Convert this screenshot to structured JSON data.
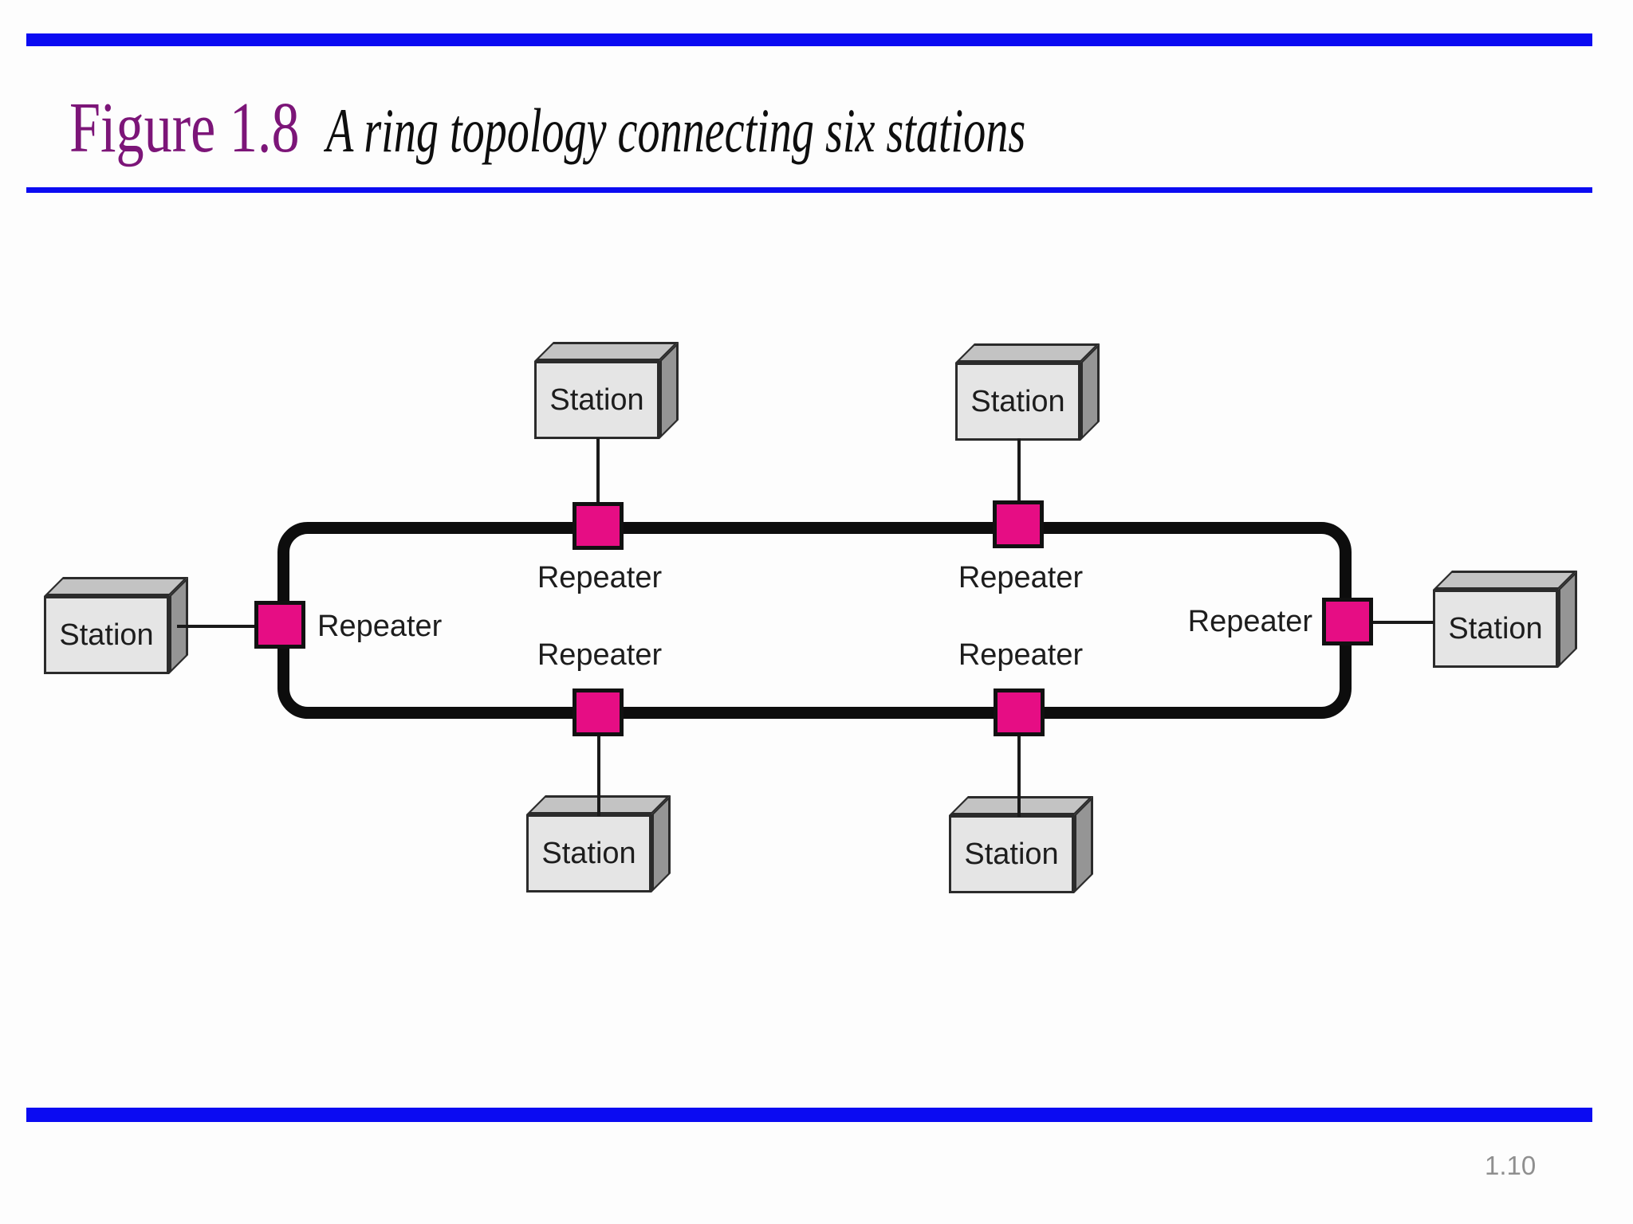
{
  "slide": {
    "figure_label": "Figure 1.8",
    "figure_caption": "A ring topology connecting six stations",
    "page_number": "1.10"
  },
  "colors": {
    "bar_blue": "#0b0bf2",
    "title_purple": "#7c1578",
    "repeater_pink": "#e60d84",
    "ring_black": "#0d0d0d",
    "box_front_gray": "#e5e5e5",
    "box_top_gray": "#c3c3c3",
    "box_side_gray": "#959595",
    "label_dark": "#1d1d1d",
    "page_number_gray": "#8f8f8f"
  },
  "diagram": {
    "stations": [
      {
        "id": "top-left",
        "label": "Station"
      },
      {
        "id": "top-right",
        "label": "Station"
      },
      {
        "id": "bottom-left",
        "label": "Station"
      },
      {
        "id": "bottom-right",
        "label": "Station"
      },
      {
        "id": "left",
        "label": "Station"
      },
      {
        "id": "right",
        "label": "Station"
      }
    ],
    "repeaters": [
      {
        "id": "top-left",
        "label": "Repeater"
      },
      {
        "id": "top-right",
        "label": "Repeater"
      },
      {
        "id": "bottom-left",
        "label": "Repeater"
      },
      {
        "id": "bottom-right",
        "label": "Repeater"
      },
      {
        "id": "left",
        "label": "Repeater"
      },
      {
        "id": "right",
        "label": "Repeater"
      }
    ]
  }
}
